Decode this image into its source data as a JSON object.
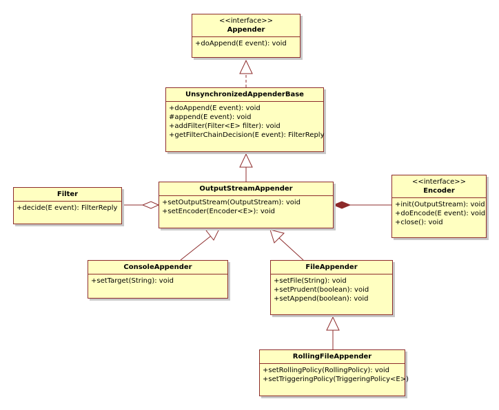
{
  "classes": {
    "appender": {
      "stereotype": "<<interface>>",
      "name": "Appender",
      "ops": [
        "+doAppend(E event): void"
      ]
    },
    "base": {
      "name": "UnsynchronizedAppenderBase",
      "ops": [
        "+doAppend(E event): void",
        "#append(E event): void",
        "+addFilter(Filter<E> filter): void",
        "+getFilterChainDecision(E event): FilterReply"
      ]
    },
    "filter": {
      "name": "Filter",
      "ops": [
        "+decide(E event): FilterReply"
      ]
    },
    "osa": {
      "name": "OutputStreamAppender",
      "ops": [
        "+setOutputStream(OutputStream): void",
        "+setEncoder(Encoder<E>): void"
      ]
    },
    "encoder": {
      "stereotype": "<<interface>>",
      "name": "Encoder",
      "ops": [
        "+init(OutputStream): void",
        "+doEncode(E event): void",
        "+close(): void"
      ]
    },
    "console": {
      "name": "ConsoleAppender",
      "ops": [
        "+setTarget(String): void"
      ]
    },
    "file": {
      "name": "FileAppender",
      "ops": [
        "+setFile(String): void",
        "+setPrudent(boolean): void",
        "+setAppend(boolean): void"
      ]
    },
    "rolling": {
      "name": "RollingFileAppender",
      "ops": [
        "+setRollingPolicy(RollingPolicy): void",
        "+setTriggeringPolicy(TriggeringPolicy<E>)"
      ]
    }
  }
}
